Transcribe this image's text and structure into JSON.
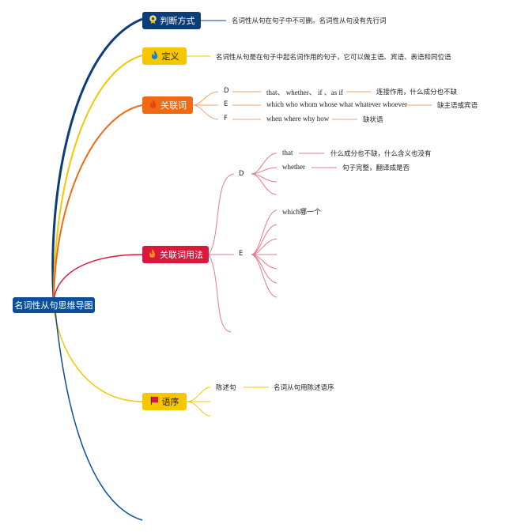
{
  "root": {
    "label": "名词性从句思维导图"
  },
  "branches": {
    "judge": {
      "label": "判断方式",
      "icon": "medal-icon",
      "color": "#0d3d78",
      "text": "名词性从句在句子中不可删。名词性从句没有先行词"
    },
    "definition": {
      "label": "定义",
      "icon": "flame-icon",
      "color": "#f6c600",
      "text": "名词性从句是在句子中起名词作用的句子，它可以做主语、宾语、表语和同位语"
    },
    "connectives": {
      "label": "关联词",
      "icon": "fire-icon",
      "color": "#f06a14",
      "rows": [
        {
          "key": "D",
          "words": "that、 whether、 if 、as if",
          "note": "连接作用，什么成分也不缺"
        },
        {
          "key": "E",
          "words": "which who whom whose what whatever whoever",
          "note": "缺主语或宾语"
        },
        {
          "key": "F",
          "words": "when where why how",
          "note": "缺状语"
        }
      ]
    },
    "usage": {
      "label": "关联词用法",
      "icon": "fire-icon",
      "color": "#d8193b",
      "d": {
        "key": "D",
        "items": [
          {
            "word": "that",
            "note": "什么成分也不缺，什么含义也没有"
          },
          {
            "word": "whether",
            "note": "句子完整，翻译成是否"
          }
        ]
      },
      "e": {
        "key": "E",
        "items": [
          {
            "word": "which哪一个"
          }
        ]
      }
    },
    "order": {
      "label": "语序",
      "icon": "flag-icon",
      "color": "#f6c600",
      "item": "陈述句",
      "note": "名词从句用陈述语序"
    }
  }
}
